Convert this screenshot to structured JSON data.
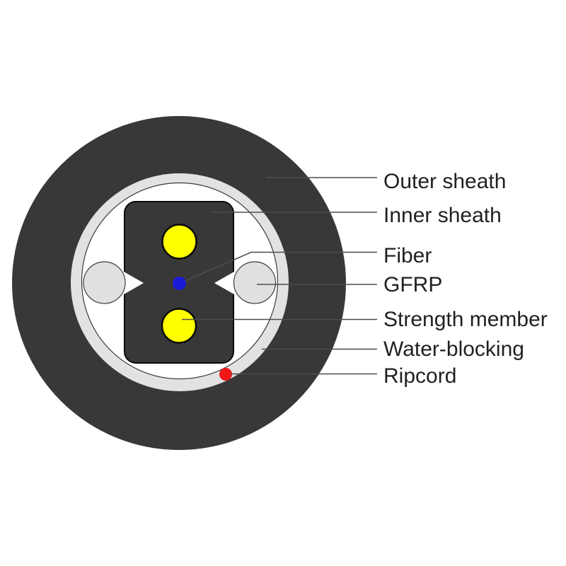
{
  "figure": {
    "type": "drop-cable-cross-section-diagram",
    "labels": {
      "outer_sheath": "Outer sheath",
      "inner_sheath": "Inner sheath",
      "fiber": "Fiber",
      "gfrp": "GFRP",
      "strength_member": "Strength member",
      "water_blocking": "Water-blocking",
      "ripcord": "Ripcord"
    },
    "colors": {
      "sheath_dark": "#383838",
      "water_blocking_gray": "#e2e2e2",
      "cavity_white": "#ffffff",
      "gfrp_gray": "#e0e0e0",
      "strength_yellow": "#ffff00",
      "fiber_blue": "#1a1ad8",
      "ripcord_red": "#f01818",
      "leader_line": "#4d4d4d",
      "label_text": "#231f20"
    }
  }
}
